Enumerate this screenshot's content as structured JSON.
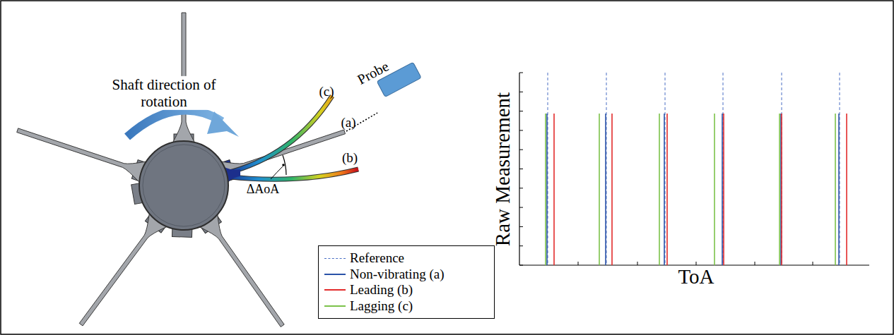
{
  "diagram": {
    "nodes": [
      {
        "text": [
          "Probe"
        ]
      }
    ],
    "labels": [
      "Shaft direction of rotation",
      "(c)",
      "(a)",
      "(b)",
      "ΔAoA",
      "Raw Measurement",
      "ToA"
    ],
    "legend": [
      {
        "text": "Reference"
      },
      {
        "text": "Non-vibrating (a)",
        "color": "#2a52a8"
      },
      {
        "text": "Leading (b)",
        "color": "#e32b2b"
      },
      {
        "text": "Lagging (c)",
        "color": "#7cc24a"
      }
    ]
  }
}
